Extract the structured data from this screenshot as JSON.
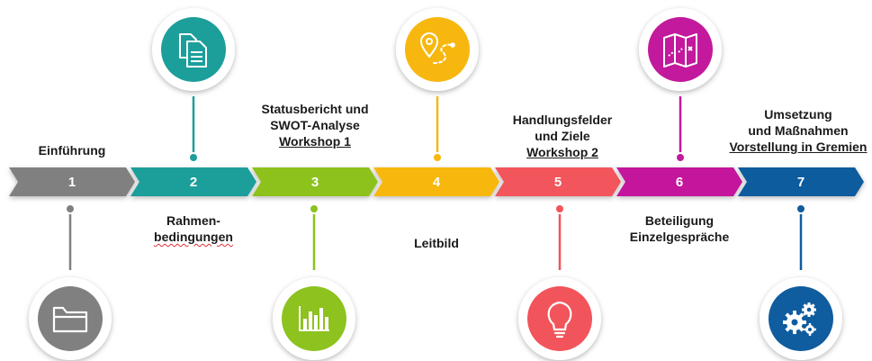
{
  "steps": [
    {
      "number": "1",
      "color": "#808080",
      "icon": "folder-icon",
      "label_lines": [
        "Einführung"
      ],
      "icon_position": "bottom"
    },
    {
      "number": "2",
      "color": "#1c9e9a",
      "icon": "documents-icon",
      "label_lines": [
        "Rahmen-",
        "bedingungen"
      ],
      "icon_position": "top"
    },
    {
      "number": "3",
      "color": "#8dc21f",
      "icon": "bar-chart-icon",
      "label_lines": [
        "Statusbericht und",
        "SWOT-Analyse",
        "Workshop 1"
      ],
      "icon_position": "bottom"
    },
    {
      "number": "4",
      "color": "#f7b70f",
      "icon": "map-pin-route-icon",
      "label_lines": [
        "Leitbild"
      ],
      "icon_position": "top"
    },
    {
      "number": "5",
      "color": "#f2545b",
      "icon": "lightbulb-icon",
      "label_lines": [
        "Handlungsfelder",
        "und Ziele",
        "Workshop 2"
      ],
      "icon_position": "bottom"
    },
    {
      "number": "6",
      "color": "#c3199c",
      "icon": "map-icon",
      "label_lines": [
        "Beteiligung",
        "Einzelgespräche"
      ],
      "icon_position": "top"
    },
    {
      "number": "7",
      "color": "#0f5c9e",
      "icon": "gears-icon",
      "label_lines": [
        "Umsetzung",
        "und Maßnahmen",
        "Vorstellung in Gremien"
      ],
      "icon_position": "bottom"
    }
  ]
}
